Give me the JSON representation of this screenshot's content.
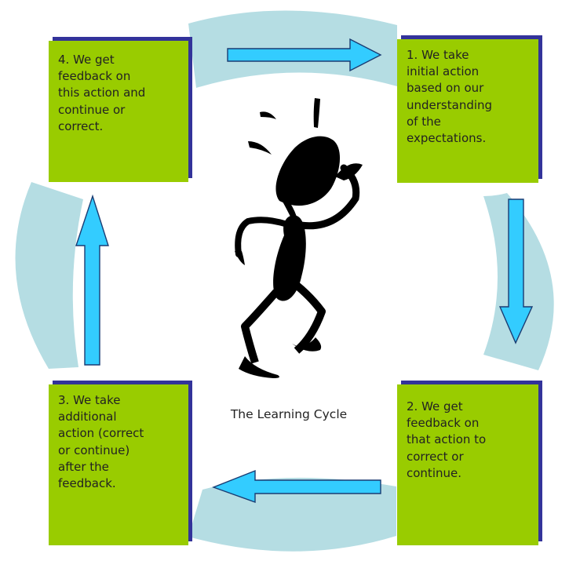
{
  "diagram": {
    "colors": {
      "box_fill": "#99cc00",
      "box_shadow": "#33339a",
      "ring": "#b5dde3",
      "arrow_fill": "#33ccff",
      "arrow_stroke": "#1a3c73",
      "figure": "#000000"
    },
    "steps": [
      {
        "id": 1,
        "text": "1. We take\ninitial action\nbased on our\nunderstanding\nof the\nexpectations."
      },
      {
        "id": 2,
        "text": "2.  We get\nfeedback on\nthat action to\ncorrect or\ncontinue."
      },
      {
        "id": 3,
        "text": "3.  We take\nadditional\naction (correct\nor continue)\nafter the\nfeedback."
      },
      {
        "id": 4,
        "text": "4. We get\nfeedback on\nthis action and\ncontinue or\ncorrect."
      }
    ],
    "center_label": "The Learning Cycle",
    "arrows": [
      {
        "from": 4,
        "to": 1,
        "direction": "right"
      },
      {
        "from": 1,
        "to": 2,
        "direction": "down"
      },
      {
        "from": 2,
        "to": 3,
        "direction": "left"
      },
      {
        "from": 3,
        "to": 4,
        "direction": "up"
      }
    ],
    "figure_icon": "thinking-stick-figure-icon"
  }
}
